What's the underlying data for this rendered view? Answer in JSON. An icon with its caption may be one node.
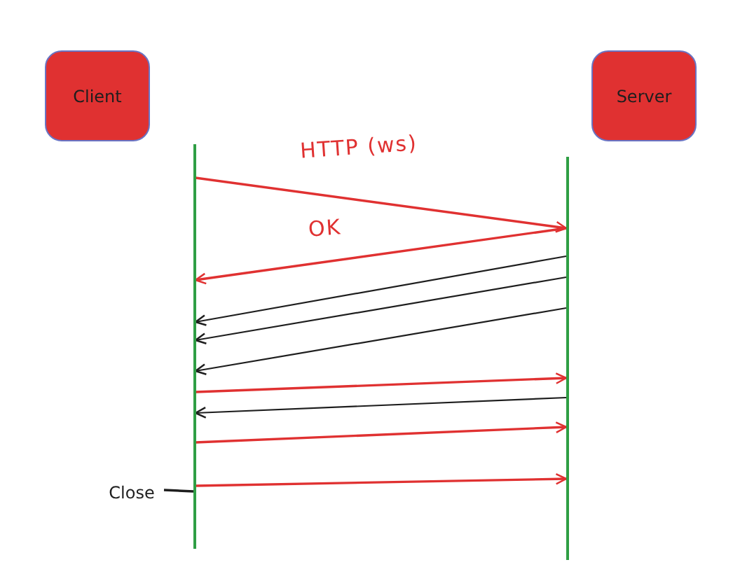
{
  "diagram": {
    "nodes": [
      {
        "text": [
          "Client"
        ]
      },
      {
        "text": [
          "Server"
        ]
      },
      {
        "text": [],
        "shape": "bar"
      },
      {
        "text": [],
        "shape": "bar"
      },
      {
        "text": [
          "Close"
        ]
      }
    ],
    "edges": [
      {
        "from": 2,
        "to": 3,
        "arrow": "to",
        "label": "HTTP (ws)"
      },
      {
        "from": 3,
        "to": 2,
        "arrow": "to",
        "label": "OK"
      },
      {
        "from": 3,
        "to": 2,
        "arrow": "to",
        "color": "#1e1e1e"
      },
      {
        "from": 3,
        "to": 2,
        "arrow": "to",
        "color": "#1e1e1e"
      },
      {
        "from": 3,
        "to": 2,
        "arrow": "to",
        "color": "#1e1e1e"
      },
      {
        "from": 2,
        "to": 3,
        "arrow": "to"
      },
      {
        "from": 3,
        "to": 2,
        "arrow": "to",
        "color": "#1e1e1e"
      },
      {
        "from": 2,
        "to": 3,
        "arrow": "to"
      },
      {
        "from": 2,
        "to": 3,
        "arrow": "to"
      },
      {
        "from": 4,
        "to": 2,
        "arrow": "none",
        "color": "#1e1e1e"
      }
    ]
  }
}
